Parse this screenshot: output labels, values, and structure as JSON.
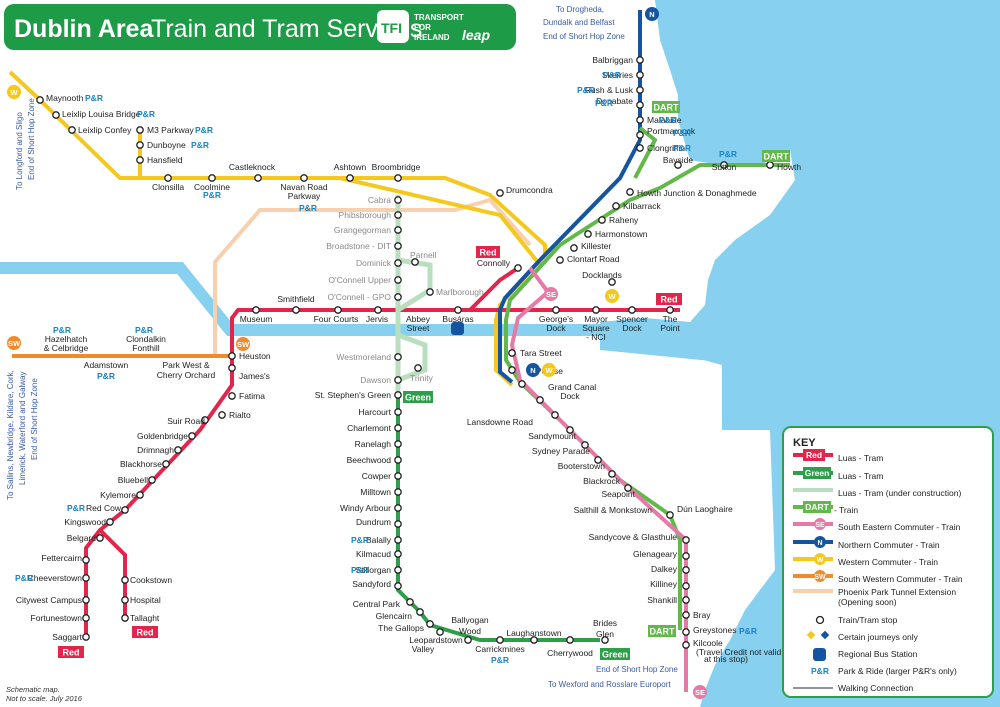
{
  "title": {
    "bold": "Dublin Area",
    "rest": "Train and Tram Services"
  },
  "brand": {
    "tfi_logo": "TFI",
    "tfi_text": [
      "TRANSPORT",
      "FOR",
      "IRELAND"
    ],
    "leap": "leap"
  },
  "colors": {
    "red": "#e2254a",
    "green": "#2e9e4a",
    "dart": "#62b84a",
    "pink": "#e57aa6",
    "navy": "#1454a0",
    "yellow": "#f4c81e",
    "orange": "#ef8b2c",
    "peach": "#f8d0ad",
    "sea": "#87d0ef"
  },
  "destinations": {
    "north": [
      "To Drogheda,",
      "Dundalk and Belfast",
      "End of Short Hop Zone"
    ],
    "west_top": [
      "To Longford and Sligo",
      "End of Short Hop Zone"
    ],
    "west_mid": [
      "To Sallins, Newbridge, Kildare, Cork,",
      "Limerick, Waterford and Galway",
      "End of Short Hop Zone"
    ],
    "south": [
      "End of Short Hop Zone",
      "To Wexford and Rosslare Europort"
    ]
  },
  "badges": {
    "red": "Red",
    "green": "Green",
    "dart": "DART",
    "se": "SE",
    "n": "N",
    "w": "W",
    "sw": "SW",
    "pr": "P&R"
  },
  "stations": {
    "Maynooth": "Maynooth",
    "LeixlipLouisa": "Leixlip Louisa Bridge",
    "LeixlipConfey": "Leixlip Confey",
    "M3Parkway": "M3 Parkway",
    "Dunboyne": "Dunboyne",
    "Hansfield": "Hansfield",
    "Clonsilla": "Clonsilla",
    "Coolmine": "Coolmine",
    "Castleknock": "Castleknock",
    "NavanRoad": "Navan Road",
    "Parkway": "Parkway",
    "Ashtown": "Ashtown",
    "Broombridge": "Broombridge",
    "Drumcondra": "Drumcondra",
    "Cabra": "Cabra",
    "Phibsborough": "Phibsborough",
    "Grangegorman": "Grangegorman",
    "Broadstone": "Broadstone - DIT",
    "Dominick": "Dominick",
    "Parnell": "Parnell",
    "OConnellUpper": "O'Connell Upper",
    "OConnellGPO": "O'Connell - GPO",
    "Marlborough": "Marlborough",
    "Westmoreland": "Westmoreland",
    "Trinity": "Trinity",
    "Dawson": "Dawson",
    "Smithfield": "Smithfield",
    "Museum": "Museum",
    "FourCourts": "Four Courts",
    "Jervis": "Jervis",
    "Abbey": "Abbey",
    "Street": "Street",
    "Busaras": "Busáras",
    "Connolly": "Connolly",
    "Docklands": "Docklands",
    "GeorgesDock": "George's",
    "Dock": "Dock",
    "MayorSquare": "Mayor",
    "Square": "Square",
    "NCI": "- NCI",
    "Spencer": "Spencer",
    "ThePoint1": "The",
    "ThePoint2": "Point",
    "Hazelhatch": "Hazelhatch",
    "Celbridge": "& Celbridge",
    "Clondalkin": "Clondalkin",
    "Fonthill": "Fonthill",
    "Adamstown": "Adamstown",
    "ParkWest": "Park West &",
    "CherryOrchard": "Cherry Orchard",
    "Heuston": "Heuston",
    "James": "James's",
    "Fatima": "Fatima",
    "Rialto": "Rialto",
    "SuirRoad": "Suir Road",
    "Goldenbridge": "Goldenbridge",
    "Drimnagh": "Drimnagh",
    "Blackhorse": "Blackhorse",
    "Bluebell": "Bluebell",
    "Kylemore": "Kylemore",
    "RedCow": "Red Cow",
    "Kingswood": "Kingswood",
    "Belgard": "Belgard",
    "Fettercairn": "Fettercairn",
    "Cheeverstown": "Cheeverstown",
    "Citywest": "Citywest Campus",
    "Fortunestown": "Fortunestown",
    "Saggart": "Saggart",
    "Cookstown": "Cookstown",
    "Hospital": "Hospital",
    "Tallaght": "Tallaght",
    "StStephens": "St. Stephen's Green",
    "Harcourt": "Harcourt",
    "Charlemont": "Charlemont",
    "Ranelagh": "Ranelagh",
    "Beechwood": "Beechwood",
    "Cowper": "Cowper",
    "Milltown": "Milltown",
    "WindyArbour": "Windy Arbour",
    "Dundrum": "Dundrum",
    "Balally": "Balally",
    "Kilmacud": "Kilmacud",
    "Stillorgan": "Stillorgan",
    "Sandyford": "Sandyford",
    "CentralPark": "Central Park",
    "Glencairn": "Glencairn",
    "Gallops": "The Gallops",
    "Leopardstown": "Leopardstown",
    "Valley": "Valley",
    "Ballyogan": "Ballyogan",
    "Wood": "Wood",
    "Carrickmines": "Carrickmines",
    "Laughanstown": "Laughanstown",
    "Cherrywood": "Cherrywood",
    "Brides": "Brides",
    "Glen": "Glen",
    "Balbriggan": "Balbriggan",
    "Skerries": "Skerries",
    "Rush": "Rush & Lusk",
    "Donabate": "Donabate",
    "Malahide": "Malahide",
    "Portmarnock": "Portmarnock",
    "Clongriffin": "Clongriffin",
    "Bayside": "Bayside",
    "Sutton": "Sutton",
    "Howth": "Howth",
    "HowthJunction": "Howth Junction & Donaghmede",
    "Kilbarrack": "Kilbarrack",
    "Raheny": "Raheny",
    "Harmonstown": "Harmonstown",
    "Killester": "Killester",
    "Clontarf": "Clontarf Road",
    "Tara": "Tara Street",
    "Pearse": "Pearse",
    "GrandCanal": "Grand Canal",
    "GrandCanalDock": "Dock",
    "Lansdowne": "Lansdowne Road",
    "Sandymount": "Sandymount",
    "Sydney": "Sydney Parade",
    "Booterstown": "Booterstown",
    "Blackrock": "Blackrock",
    "Seapoint": "Seapoint",
    "Salthill": "Salthill & Monkstown",
    "DunLaoghaire": "Dún Laoghaire",
    "Sandycove": "Sandycove & Glasthule",
    "Glenageary": "Glenageary",
    "Dalkey": "Dalkey",
    "Killiney": "Killiney",
    "Shankill": "Shankill",
    "Bray": "Bray",
    "Greystones": "Greystones",
    "Kilcoole": "Kilcoole",
    "KilcooleNote1": "(Travel Credit not valid",
    "KilcooleNote2": "at this stop)"
  },
  "key": {
    "title": "KEY",
    "items": [
      "Luas - Tram",
      "Luas - Tram",
      "Luas - Tram (under construction)",
      " - Train",
      "South Eastern Commuter - Train",
      "Northern Commuter - Train",
      "Western Commuter - Train",
      "South Western Commuter - Train",
      "Phoenix Park Tunnel Extension",
      "(Opening soon)",
      "Train/Tram stop",
      "Certain journeys only",
      "Regional Bus Station",
      "Park & Ride (larger P&R's only)",
      "Walking Connection"
    ]
  },
  "footer": [
    "Schematic map.",
    "Not to scale. July 2016"
  ]
}
